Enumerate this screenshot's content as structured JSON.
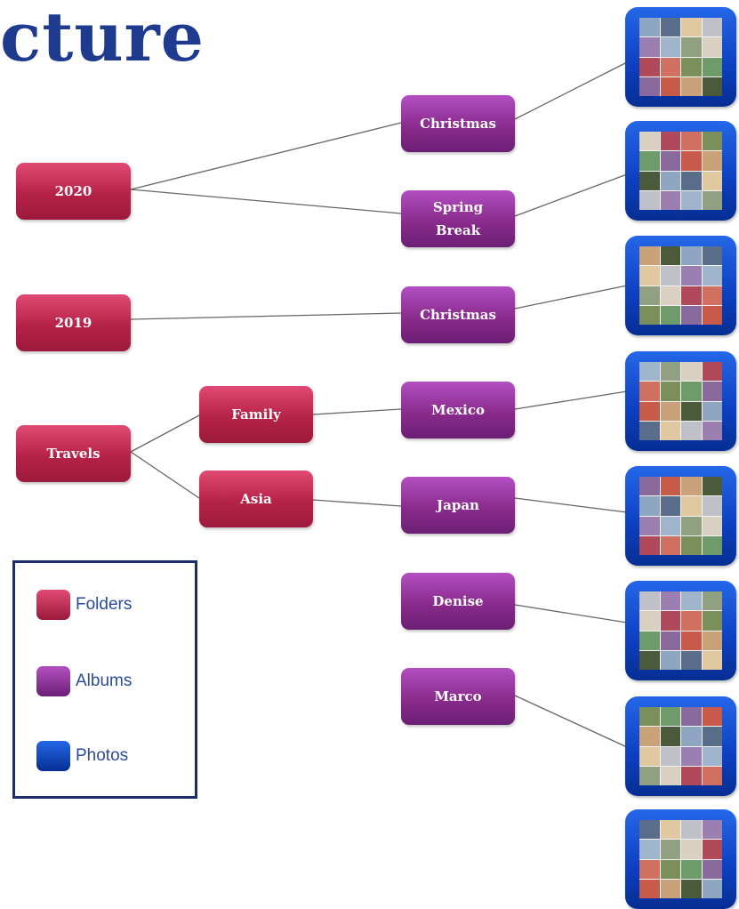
{
  "title": "cture",
  "colors": {
    "folder": "#b52247",
    "album": "#8a2b8d",
    "photo": "#0c3fc0",
    "title": "#1f3b8f",
    "legend_border": "#1d2e6e"
  },
  "folders": {
    "y2020": "2020",
    "y2019": "2019",
    "travels": "Travels",
    "family": "Family",
    "asia": "Asia"
  },
  "albums": {
    "christmas_2020": "Christmas",
    "spring_break": "Spring\nBreak",
    "christmas_2019": "Christmas",
    "mexico": "Mexico",
    "japan": "Japan",
    "denise": "Denise",
    "marco": "Marco"
  },
  "photo_icon": "photo-collage-icon",
  "legend": {
    "folders": "Folders",
    "albums": "Albums",
    "photos": "Photos"
  }
}
